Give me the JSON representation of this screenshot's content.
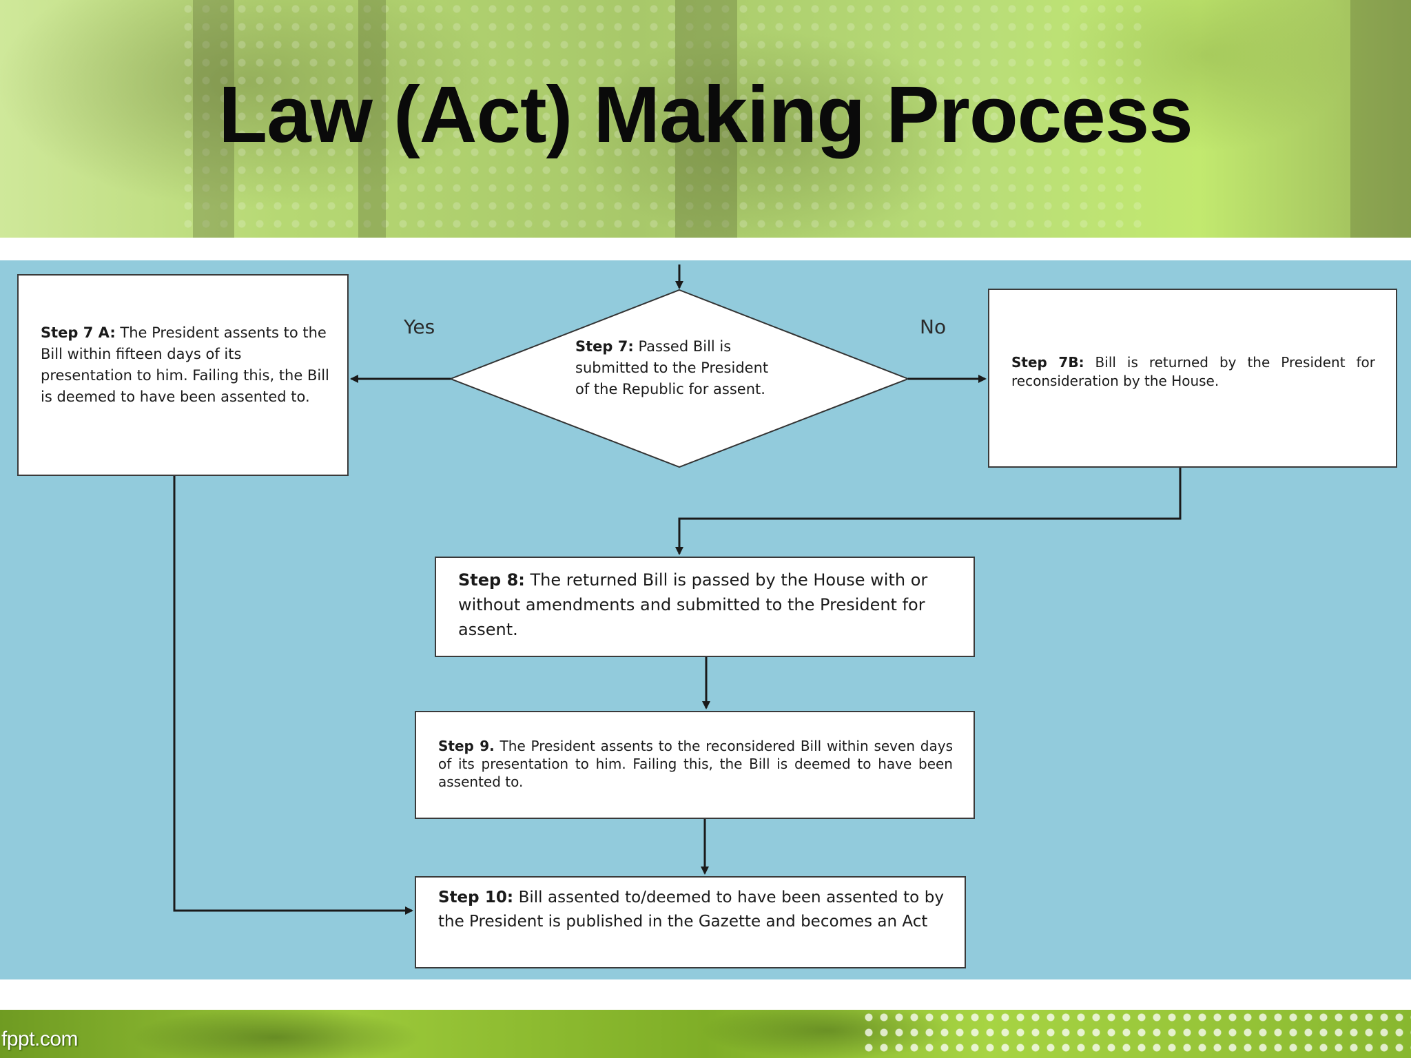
{
  "title": "Law (Act) Making Process",
  "footer": {
    "brand": "fppt.com"
  },
  "flowchart": {
    "decision": {
      "label": "Step 7:",
      "text": " Passed Bill is submitted to the President of the Republic for assent."
    },
    "branches": {
      "yes": "Yes",
      "no": "No"
    },
    "step7a": {
      "label": "Step  7 A:",
      "text": " The President assents  to the Bill within fifteen days of its presentation to him. Failing this, the Bill is deemed to have been assented to."
    },
    "step7b": {
      "label": "Step  7B:",
      "text": " Bill is returned by the President for reconsideration by the House."
    },
    "step8": {
      "label": "Step 8:",
      "text": " The returned Bill is passed by the House with or without amendments and submitted to the President for assent."
    },
    "step9": {
      "label": "Step 9.",
      "text": " The President assents to the reconsidered Bill within seven days of its presentation to him. Failing this, the Bill is  deemed to have been assented to."
    },
    "step10": {
      "label": "Step  10:",
      "text": " Bill assented to/deemed to have been assented to  by the President is published in the Gazette and becomes an Act"
    }
  }
}
